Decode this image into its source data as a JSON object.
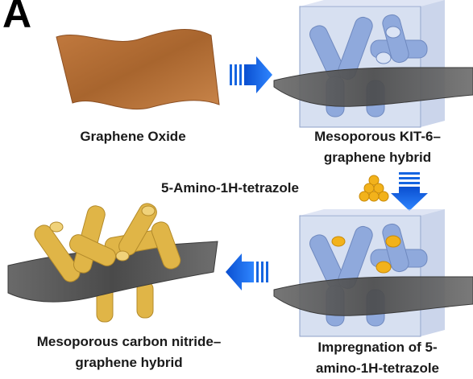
{
  "panel": {
    "letter": "A"
  },
  "labels": {
    "graphene_oxide": "Graphene Oxide",
    "kit6_line1": "Mesoporous KIT-6–",
    "kit6_line2": "graphene hybrid",
    "reagent": "5-Amino-1H-tetrazole",
    "carbon_nitride_line1": "Mesoporous carbon nitride–",
    "carbon_nitride_line2": "graphene hybrid",
    "impregnation_line1": "Impregnation of 5-",
    "impregnation_line2": "amino-1H-tetrazole"
  },
  "colors": {
    "graphene_oxide_sheet": "#b36b33",
    "graphene_sheet": "#555555",
    "silica_cube": "#9fb3d9",
    "silica_rods": "#8fa9dc",
    "carbon_nitride_rods": "#e0b547",
    "tetrazole_molecules": "#f2b21b",
    "arrows": "#1565e0"
  },
  "icons": {
    "process_arrow_right": "arrow-right-icon",
    "process_arrow_down": "arrow-down-icon",
    "process_arrow_left": "arrow-left-icon",
    "molecule_cluster": "molecule-cluster-icon"
  }
}
